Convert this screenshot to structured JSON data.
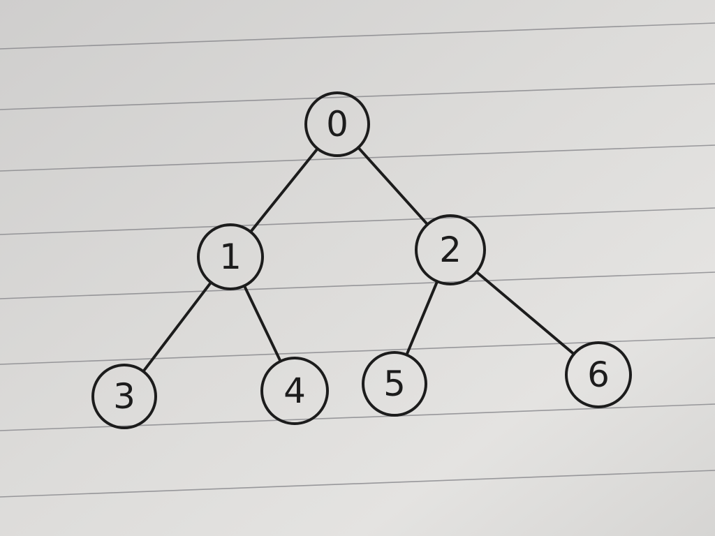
{
  "tree": {
    "nodes": [
      {
        "id": "0",
        "label": "0"
      },
      {
        "id": "1",
        "label": "1"
      },
      {
        "id": "2",
        "label": "2"
      },
      {
        "id": "3",
        "label": "3"
      },
      {
        "id": "4",
        "label": "4"
      },
      {
        "id": "5",
        "label": "5"
      },
      {
        "id": "6",
        "label": "6"
      }
    ],
    "edges": [
      {
        "from": "0",
        "to": "1"
      },
      {
        "from": "0",
        "to": "2"
      },
      {
        "from": "1",
        "to": "3"
      },
      {
        "from": "1",
        "to": "4"
      },
      {
        "from": "2",
        "to": "5"
      },
      {
        "from": "2",
        "to": "6"
      }
    ]
  },
  "colors": {
    "ink": "#1c1c1c",
    "paper": "#d9d8d6",
    "rule_line": "#7f7f84"
  }
}
